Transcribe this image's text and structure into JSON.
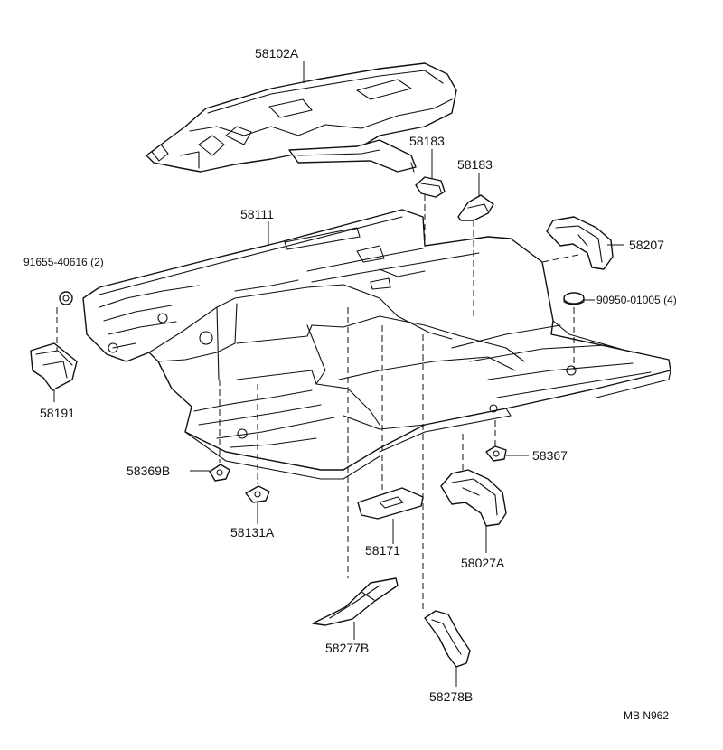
{
  "labels": {
    "p58102A": "58102A",
    "p58183a": "58183",
    "p58183b": "58183",
    "p58111": "58111",
    "p58207": "58207",
    "p91655": "91655-40616 (2)",
    "p90950": "90950-01005 (4)",
    "p58191": "58191",
    "p58369B": "58369B",
    "p58367": "58367",
    "p58131A": "58131A",
    "p58171": "58171",
    "p58027A": "58027A",
    "p58277B": "58277B",
    "p58278B": "58278B"
  },
  "figure_code": "MB N962",
  "colors": {
    "line": "#111111",
    "background": "#ffffff"
  }
}
